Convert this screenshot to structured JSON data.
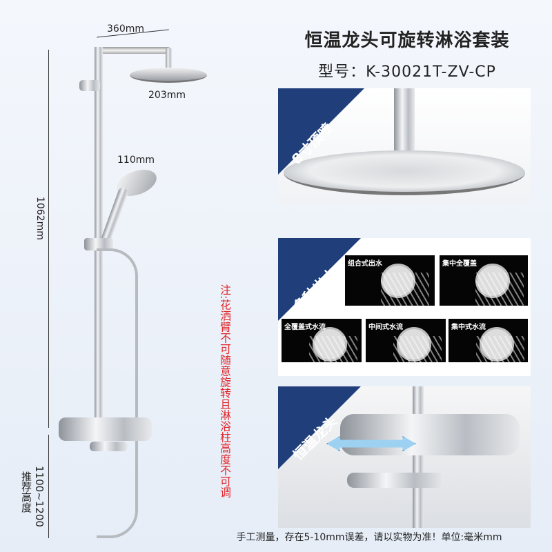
{
  "title": "恒温龙头可旋转淋浴套装",
  "model": "型号：K-30021T-ZV-CP",
  "dimensions": {
    "arm": "360mm",
    "top_shower": "203mm",
    "hand_shower": "110mm",
    "height": "1062mm",
    "recommended_height": "1100~1200",
    "recommended_label": "推荐高度"
  },
  "note": "注:花洒臂不可随意旋转且淋浴柱高度不可调",
  "panels": [
    {
      "badge": "8寸顶喷"
    },
    {
      "badge": "多种出水",
      "modes": [
        "组合式出水",
        "集中全覆盖",
        "全覆盖式水流",
        "中间式水流",
        "集中式水流"
      ]
    },
    {
      "badge": "恒温龙头"
    }
  ],
  "footer": "手工测量，存在5-10mm误差，请以实物为准！单位:毫米mm",
  "colors": {
    "badge": "#1f3e7a",
    "note": "#e0262a"
  }
}
